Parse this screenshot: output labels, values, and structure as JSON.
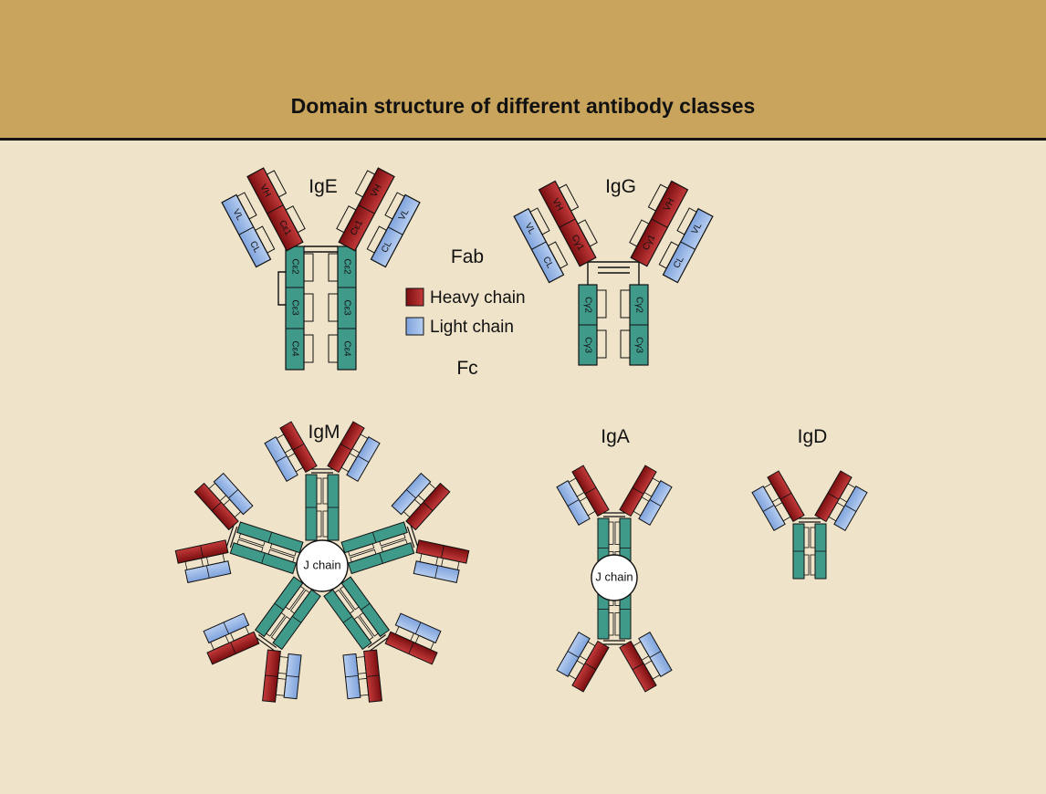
{
  "title": "Domain structure of different antibody classes",
  "labels": {
    "ige": "IgE",
    "igg": "IgG",
    "igm": "IgM",
    "iga": "IgA",
    "igd": "IgD",
    "fab": "Fab",
    "fc": "Fc",
    "j_chain": "J chain"
  },
  "legend": [
    {
      "label": "Heavy chain",
      "color": "#8c1414"
    },
    {
      "label": "Light chain",
      "color": "#92b6e6"
    }
  ],
  "domains": {
    "vh": "VH",
    "vl": "VL",
    "cl": "CL",
    "ce1": "Cε1",
    "ce2": "Cε2",
    "ce3": "Cε3",
    "ce4": "Cε4",
    "cg1": "Cγ1",
    "cg2": "Cγ2",
    "cg3": "Cγ3"
  },
  "colors": {
    "header": "#c9a45c",
    "background": "#efe3c9",
    "fc": "#3f9a8a",
    "heavy_dark": "#7a0e10",
    "heavy_light": "#c43a3a",
    "light_dark": "#7fa3dc",
    "light_light": "#b6cdf0"
  }
}
